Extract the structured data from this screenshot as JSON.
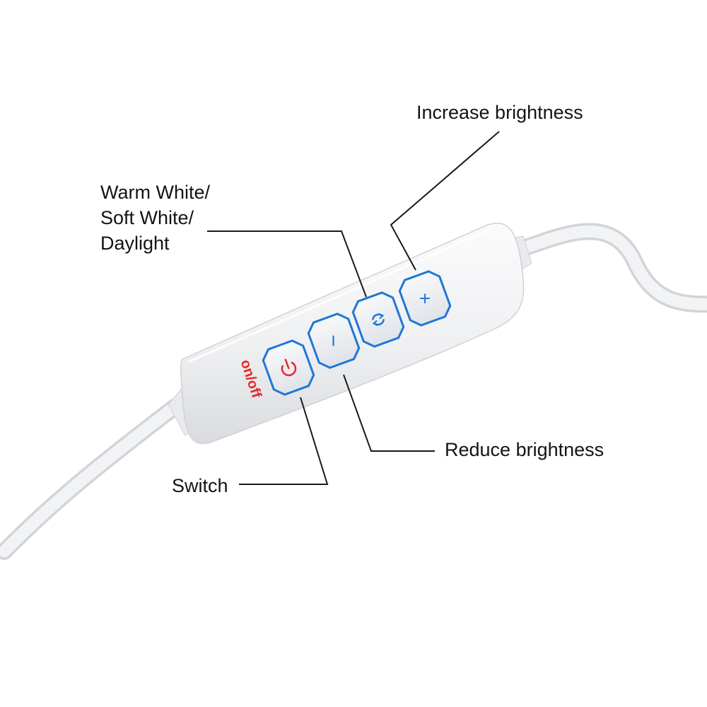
{
  "callouts": {
    "increase": "Increase brightness",
    "mode_lines": [
      "Warm White/",
      "Soft White/",
      "Daylight"
    ],
    "reduce": "Reduce brightness",
    "switch": "Switch"
  },
  "controller": {
    "power_text": "on/off",
    "plus_symbol": "+",
    "minus_symbol": "−"
  },
  "colors": {
    "background": "#ffffff",
    "label_text": "#141414",
    "leader_line": "#1a1a1a",
    "button_outline": "#1f77d4",
    "power_text": "#e32a2a",
    "body": "#f1f2f4"
  },
  "icons": {
    "power": "power-icon",
    "mode": "cycle-icon",
    "minus": "minus-icon",
    "plus": "plus-icon"
  }
}
